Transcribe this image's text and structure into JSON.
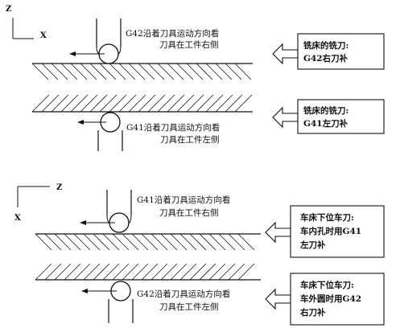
{
  "milling": {
    "axis": {
      "vertical_label": "Z",
      "horizontal_label": "X"
    },
    "g42_caption": [
      "G42沿着刀具运动方向看",
      "刀具在工件右侧"
    ],
    "g41_caption": [
      "G41沿着刀具运动方向看",
      "刀具在工件左侧"
    ],
    "panel_g42": [
      "铣床的铣刀:",
      "G42右刀补"
    ],
    "panel_g41": [
      "铣床的铣刀:",
      "G41左刀补"
    ]
  },
  "lathe": {
    "axis": {
      "horizontal_label": "Z",
      "vertical_label": "X"
    },
    "g41_caption": [
      "G41沿着刀具运动方向看",
      "刀具在工件右侧"
    ],
    "g42_caption": [
      "G42沿着刀具运动方向看",
      "刀具在工件左侧"
    ],
    "panel_g41": [
      "车床下位车刀:",
      "车内孔时用G41",
      "左刀补"
    ],
    "panel_g42": [
      "车床下位车刀:",
      "车外圆时用G42",
      "右刀补"
    ]
  },
  "colors": {
    "ink": "#111111",
    "background": "#ffffff"
  }
}
